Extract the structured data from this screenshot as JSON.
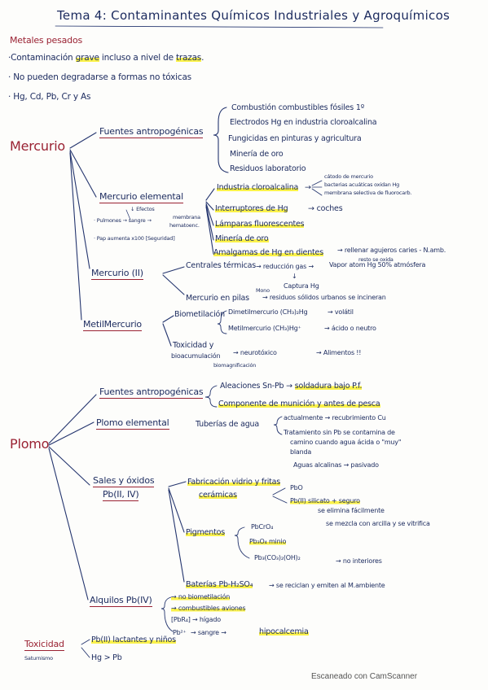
{
  "title": "Tema 4: Contaminantes Químicos Industriales y Agroquímicos",
  "metales": {
    "heading": "Metales pesados",
    "line1_a": "·Contaminación ",
    "line1_hl1": "grave",
    "line1_b": " incluso a nivel de ",
    "line1_hl2": "trazas",
    "line1_c": ".",
    "line2": "· No pueden degradarse a formas no tóxicas",
    "line3": "· Hg, Cd, Pb, Cr y As"
  },
  "mercurio": {
    "label": "Mercurio",
    "fuentes": {
      "label": "Fuentes antropogénicas",
      "items": [
        "Combustión combustibles fósiles 1º",
        "Electrodos Hg en industria cloroalcalina",
        "Fungicidas en pinturas y agricultura",
        "Minería de oro",
        "Residuos laboratorio"
      ]
    },
    "elemental": {
      "label": "Mercurio elemental",
      "efectos": "Efectos",
      "efectos_arrow": "↓",
      "pulmones": "· Pulmones → sangre →",
      "membrana": "membrana",
      "hematoenc": "hematoenc.",
      "pap": "· Pap aumenta x100 [Seguridad]",
      "cloro_label": "Industria cloroalcalina",
      "cloro_arrow": "→",
      "cloro_notes": [
        "cátodo de mercurio",
        "bacterias acuáticas oxidan Hg",
        "membrana selectiva de fluorocarb."
      ],
      "interruptores": "Interruptores de Hg",
      "interruptores_note": "→ coches",
      "lamparas": "Lámparas fluorescentes",
      "mineria": "Minería de oro",
      "amalgamas": "Amalgamas de Hg en dientes",
      "amalgamas_note": "→ rellenar agujeros caries - N.amb.",
      "amalgamas_note2": "resto se oxida"
    },
    "ii": {
      "label": "Mercurio (II)",
      "centrales": "Centrales térmicas",
      "reduccion": "→ reducción gas →",
      "vapor": "Vapor atom Hg 50% atmósfera",
      "captura_arrow": "↓",
      "captura": "Captura Hg",
      "pilas": "Mercurio en pilas",
      "pilas_over": "Mono",
      "pilas_note": "→ residuos sólidos urbanos se incineran"
    },
    "metil": {
      "label": "MetilMercurio",
      "biometilacion": "Biometilación",
      "dimetil": "Dimetilmercurio (CH₃)₂Hg",
      "dimetil_note": "→ volátil",
      "metilhg": "Metilmercurio (CH₃)Hg⁺",
      "metilhg_note": "→ ácido o neutro",
      "toxicidad": "Toxicidad y",
      "bioacum": "bioacumulación",
      "neuro": "→ neurotóxico",
      "alimentos": "→ Alimentos !!",
      "biomag": "biomagnificación"
    }
  },
  "plomo": {
    "label": "Plomo",
    "fuentes": {
      "label": "Fuentes antropogénicas",
      "aleaciones_a": "Aleaciones Sn-Pb → ",
      "aleaciones_hl": "soldadura bajo P.f.",
      "componente": "Componente de munición y antes de pesca"
    },
    "elemental": {
      "label": "Plomo elemental",
      "tuberias": "Tuberías de agua",
      "actual": "actualmente → recubrimiento Cu",
      "tratamiento": "Tratamiento sin Pb se contamina de",
      "camino": "camino cuando agua ácida o \"muy\"",
      "blanda": "blanda",
      "aguas": "Aguas alcalinas → pasivado"
    },
    "sales": {
      "label": "Sales y óxidos",
      "sub": "Pb(II, IV)",
      "fabricacion": "Fabricación vidrio y fritas",
      "ceramicas": "cerámicas",
      "pbo": "PbO",
      "pbsil": "Pb(II) silicato + seguro",
      "elimina": "se elimina fácilmente",
      "mezcla": "se mezcla con arcilla y se vitrifica",
      "pigmentos": "Pigmentos",
      "pbcro4": "PbCrO₄",
      "minio": "Pb₃O₄ minio",
      "carb": "Pb₃(CO₃)₂(OH)₂",
      "carb_note": "→ no interiores",
      "baterias": "Baterías Pb-H₂SO₄",
      "baterias_note": "→ se reciclan y emiten al M.ambiente"
    },
    "alquilos": {
      "label": "Alquilos Pb(IV)",
      "items": [
        "→ no biometilación",
        "→ combustibles aviones",
        "[PbR₄] → hígado"
      ],
      "pb2": "Pb²⁺",
      "sangre": "→ sangre →",
      "hipo": "hipocalcemia"
    }
  },
  "toxicidad": {
    "label": "Toxicidad",
    "sub": "Saturnismo",
    "item1": "Pb(II) lactantes y niños",
    "item2": "Hg > Pb"
  },
  "footer": "Escaneado con CamScanner"
}
